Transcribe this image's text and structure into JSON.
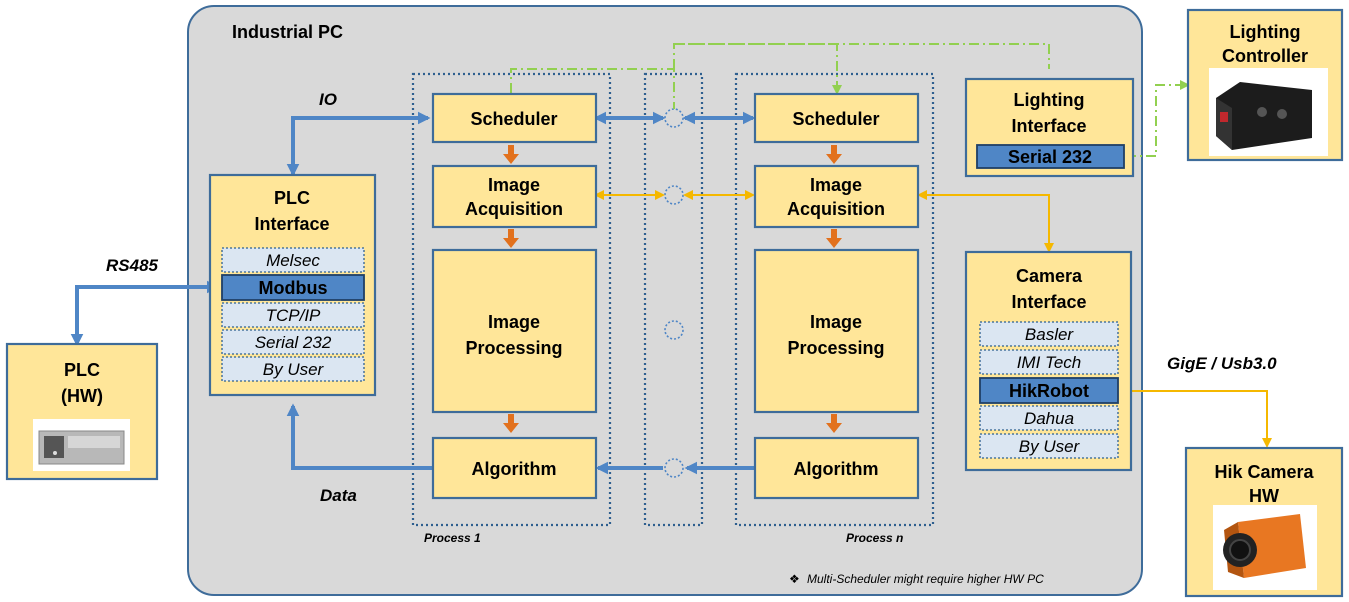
{
  "industrial_pc": {
    "title": "Industrial PC",
    "note_bullet": "❖",
    "note": "Multi-Scheduler might require higher HW PC"
  },
  "external_labels": {
    "io": "IO",
    "data": "Data",
    "rs485": "RS485",
    "gige": "GigE / Usb3.0"
  },
  "plc_interface": {
    "title_line1": "PLC",
    "title_line2": "Interface",
    "items": [
      "Melsec",
      "Modbus",
      "TCP/IP",
      "Serial 232",
      "By User"
    ],
    "selected": "Modbus"
  },
  "plc_hw": {
    "title_line1": "PLC",
    "title_line2": "(HW)"
  },
  "process_1": {
    "label": "Process 1",
    "scheduler": "Scheduler",
    "acquisition_line1": "Image",
    "acquisition_line2": "Acquisition",
    "processing_line1": "Image",
    "processing_line2": "Processing",
    "algorithm": "Algorithm"
  },
  "process_n": {
    "label": "Process n",
    "scheduler": "Scheduler",
    "acquisition_line1": "Image",
    "acquisition_line2": "Acquisition",
    "processing_line1": "Image",
    "processing_line2": "Processing",
    "algorithm": "Algorithm"
  },
  "lighting_interface": {
    "title_line1": "Lighting",
    "title_line2": "Interface",
    "port": "Serial 232"
  },
  "lighting_controller": {
    "title_line1": "Lighting",
    "title_line2": "Controller"
  },
  "camera_interface": {
    "title_line1": "Camera",
    "title_line2": "Interface",
    "items": [
      "Basler",
      "IMI Tech",
      "HikRobot",
      "Dahua",
      "By User"
    ],
    "selected": "HikRobot"
  },
  "hik_camera": {
    "title_line1": "Hik Camera",
    "title_line2": "HW"
  },
  "colors": {
    "box_fill": "#ffe699",
    "box_border": "#3e6c9a",
    "pc_background": "#d9d9d9",
    "control_line": "#4f86c6",
    "image_line": "#f5b800",
    "light_line": "#92d050",
    "flow_arrow": "#e2711d"
  }
}
